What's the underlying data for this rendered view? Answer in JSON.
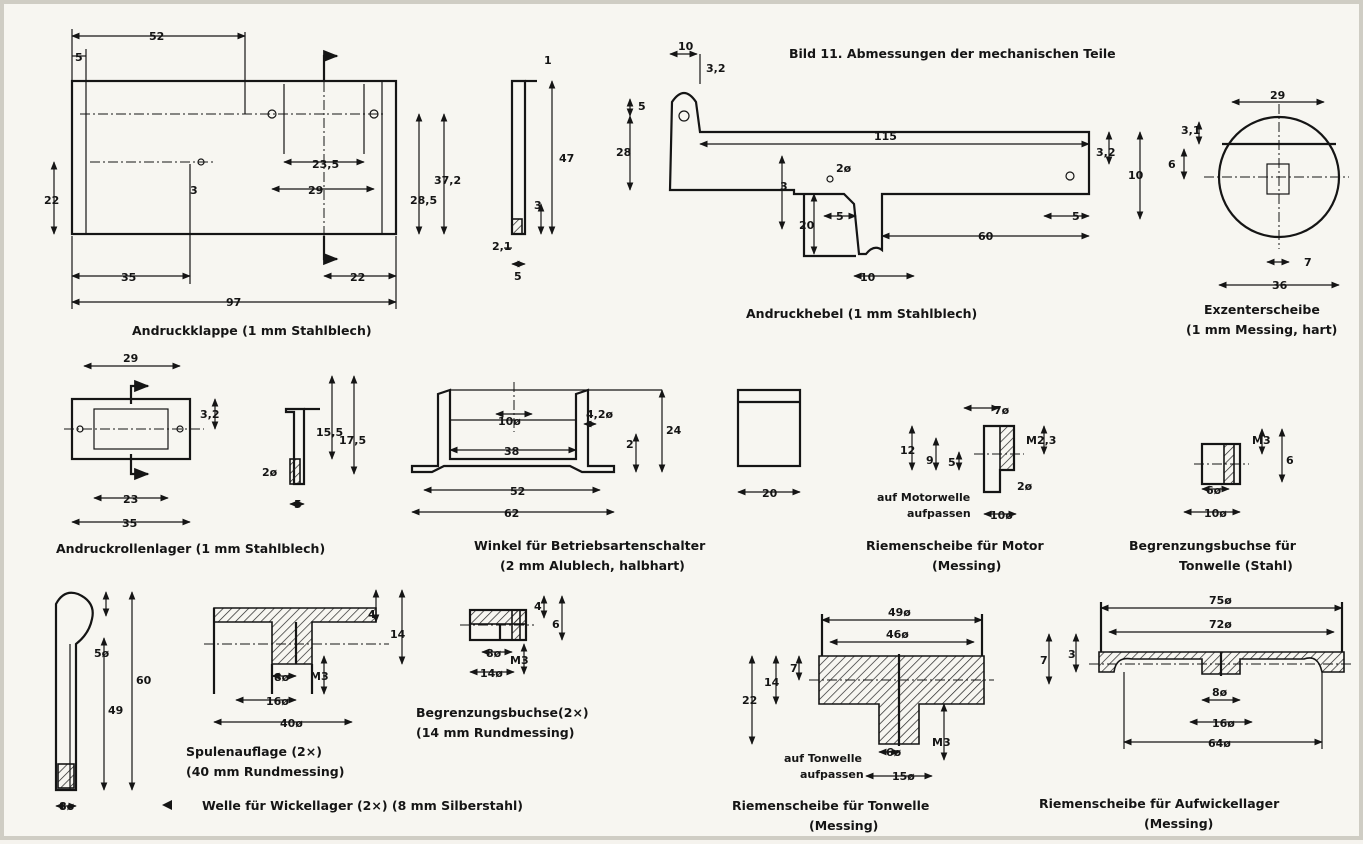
{
  "title": "Bild 11. Abmessungen der mechanischen Teile",
  "andruckklappe": {
    "caption": "Andruckklappe (1 mm Stahlblech)",
    "dims": [
      "52",
      "5",
      "22",
      "3",
      "23,5",
      "29",
      "28,5",
      "37,2",
      "35",
      "22",
      "97"
    ]
  },
  "klappe_side": {
    "dims": [
      "1",
      "47",
      "3",
      "2,1",
      "5"
    ]
  },
  "andruckhebel": {
    "caption": "Andruckhebel (1 mm Stahlblech)",
    "dims": [
      "10",
      "3,2",
      "5",
      "28",
      "115",
      "3,2",
      "2ø",
      "3",
      "10",
      "20",
      "5",
      "5",
      "60",
      "10"
    ]
  },
  "exzenter": {
    "caption1": "Exzenterscheibe",
    "caption2": "(1 mm Messing, hart)",
    "dims": [
      "29",
      "3,1",
      "6",
      "7",
      "36"
    ]
  },
  "andruckrollenlager": {
    "caption": "Andruckrollenlager (1 mm Stahlblech)",
    "dims": [
      "29",
      "3,2",
      "23",
      "35"
    ]
  },
  "rollenlager_side": {
    "dims": [
      "15,5",
      "17,5",
      "2ø",
      "5"
    ]
  },
  "winkel": {
    "caption1": "Winkel für Betriebsartenschalter",
    "caption2": "(2 mm Alublech, halbhart)",
    "dims": [
      "10ø",
      "4,2ø",
      "24",
      "38",
      "2",
      "52",
      "62"
    ]
  },
  "winkel_side": {
    "dims": [
      "20"
    ]
  },
  "riemen_motor": {
    "caption1": "Riemenscheibe für Motor",
    "caption2": "(Messing)",
    "dims": [
      "7ø",
      "M2,3",
      "12",
      "9",
      "5",
      "2ø",
      "10ø"
    ],
    "note1": "auf Motorwelle",
    "note2": "aufpassen"
  },
  "begrenzung_tonwelle": {
    "caption1": "Begrenzungsbuchse   für",
    "caption2": "Tonwelle (Stahl)",
    "dims": [
      "M3",
      "6",
      "6ø",
      "10ø"
    ]
  },
  "welle": {
    "caption": "Welle für Wickellager (2×) (8 mm Silberstahl)",
    "dims": [
      "5ø",
      "60",
      "49",
      "8ø"
    ]
  },
  "spulenauflage": {
    "caption1": "Spulenauflage     (2×)",
    "caption2": "(40 mm Rundmessing)",
    "dims": [
      "4",
      "14",
      "8ø",
      "M3",
      "16ø",
      "40ø"
    ]
  },
  "begrenzung_2x": {
    "caption1": "Begrenzungsbuchse(2×)",
    "caption2": "(14   mm   Rundmessing)",
    "dims": [
      "4",
      "6",
      "8ø",
      "M3",
      "14ø"
    ]
  },
  "riemen_tonwelle": {
    "caption1": "Riemenscheibe für Tonwelle",
    "caption2": "(Messing)",
    "dims": [
      "49ø",
      "46ø",
      "7",
      "14",
      "22",
      "6ø",
      "M3",
      "15ø"
    ],
    "note1": "auf Tonwelle",
    "note2": "aufpassen"
  },
  "riemen_aufwickel": {
    "caption1": "Riemenscheibe für Aufwickellager",
    "caption2": "(Messing)",
    "dims": [
      "75ø",
      "72ø",
      "7",
      "3",
      "8ø",
      "16ø",
      "64ø"
    ]
  }
}
